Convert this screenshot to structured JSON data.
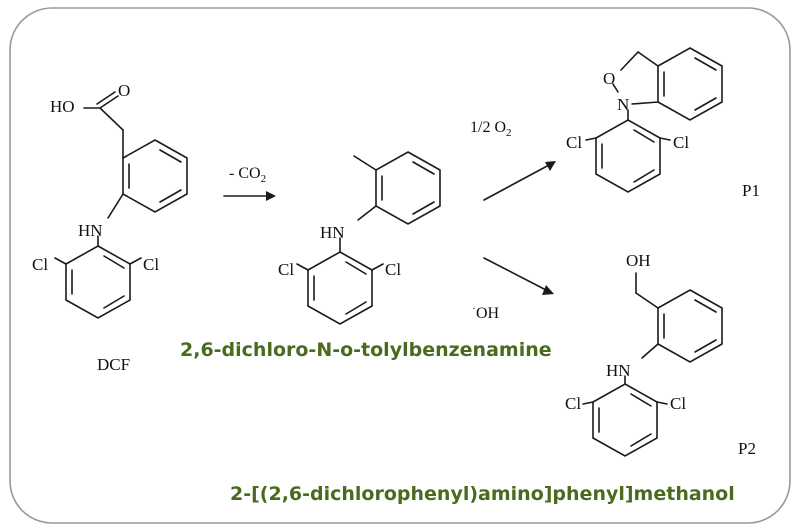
{
  "colors": {
    "frame": "#9a9a9a",
    "bond": "#1a1a1a",
    "caption": "#4a6b1e"
  },
  "dcf": {
    "name": "DCF",
    "acid": "HO",
    "nh": "HN",
    "cl_left": "Cl",
    "cl_right": "Cl"
  },
  "step1": {
    "reagent": "- CO",
    "subscript": "2"
  },
  "intermediate": {
    "nh": "HN",
    "cl_left": "Cl",
    "cl_right": "Cl",
    "caption": "2,6-dichloro-N-o-tolylbenzenamine"
  },
  "step2": {
    "reagent": "1/2 O",
    "subscript": "2"
  },
  "step3": {
    "reagent": "OH",
    "prefix": "·"
  },
  "p1": {
    "name": "P1",
    "o": "O",
    "n": "N",
    "cl_left": "Cl",
    "cl_right": "Cl"
  },
  "p2": {
    "name": "P2",
    "oh": "OH",
    "nh": "HN",
    "cl_left": "Cl",
    "cl_right": "Cl",
    "caption": "2-[(2,6-dichlorophenyl)amino]phenyl]methanol"
  }
}
